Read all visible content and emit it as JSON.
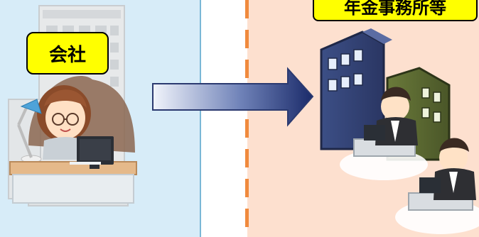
{
  "labels": {
    "company": "会社",
    "pension_office": "年金事務所等"
  },
  "colors": {
    "left_bg": "#d7ecf8",
    "right_bg": "#fde0cf",
    "label_fill": "#ffff00",
    "arrow_dark": "#1b2b6a",
    "divider_dash": "#f08a3d"
  },
  "icons": [
    "office-building",
    "woman-at-desk",
    "computer-monitor",
    "desk-lamp",
    "arrow-right",
    "pension-office-buildings",
    "man-at-laptop"
  ]
}
